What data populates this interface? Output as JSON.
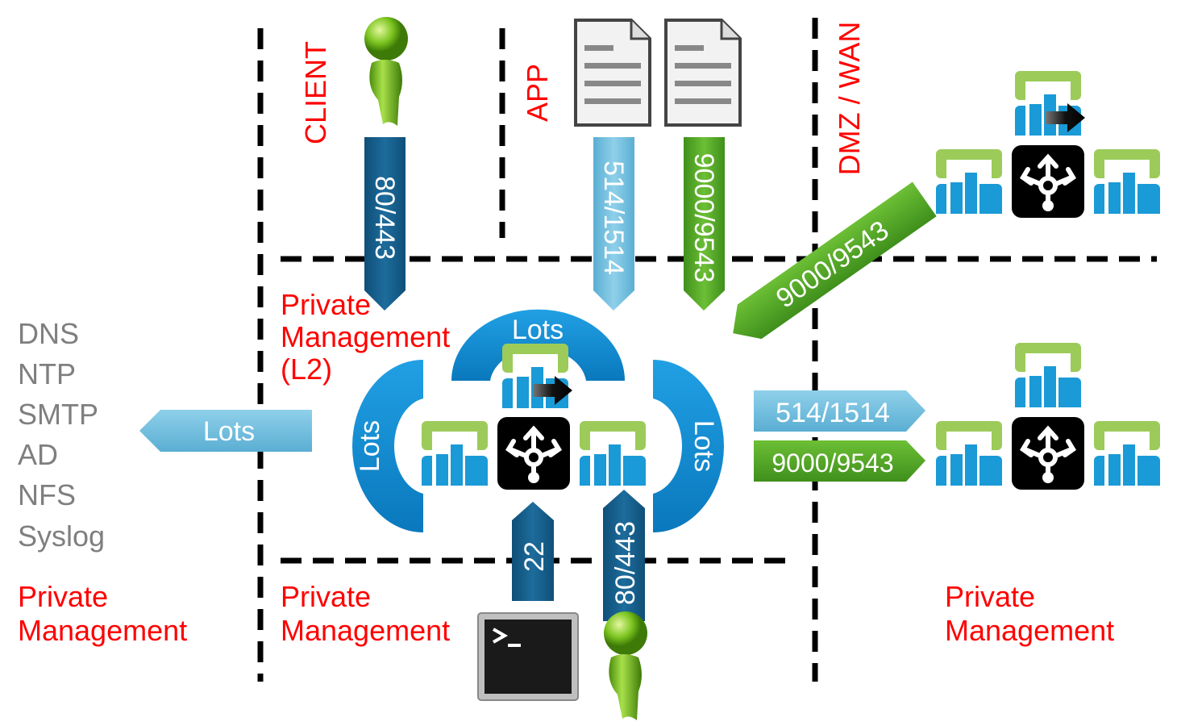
{
  "zones": {
    "client": "CLIENT",
    "app": "APP",
    "dmz": "DMZ / WAN",
    "private_mgmt_l2": [
      "Private",
      "Management",
      "(L2)"
    ],
    "private_mgmt_left": [
      "Private",
      "Management"
    ],
    "private_mgmt_center": [
      "Private",
      "Management"
    ],
    "private_mgmt_right": [
      "Private",
      "Management"
    ]
  },
  "services": [
    "DNS",
    "NTP",
    "SMTP",
    "AD",
    "NFS",
    "Syslog"
  ],
  "arrows": {
    "client_in": "80/443",
    "app_syslog": "514/1514",
    "app_ingest": "9000/9543",
    "dmz_ingest": "9000/9543",
    "services_out": "Lots",
    "forward_syslog": "514/1514",
    "forward_ingest": "9000/9543",
    "ssh": "22",
    "admin_web": "80/443",
    "cluster_top": "Lots",
    "cluster_left": "Lots",
    "cluster_right": "Lots"
  },
  "colors": {
    "red_label": "#ff0000",
    "dark_blue": "#1b6391",
    "light_blue": "#6cbbdc",
    "green": "#5aa52a",
    "cluster_blue": "#0e8ad0",
    "node_green": "#9ccb5a",
    "node_blue": "#1a9ad6"
  },
  "icons": [
    "user-icon",
    "document-icon",
    "log-node-icon",
    "log-forwarder-node-icon",
    "load-balancer-icon",
    "terminal-icon"
  ]
}
